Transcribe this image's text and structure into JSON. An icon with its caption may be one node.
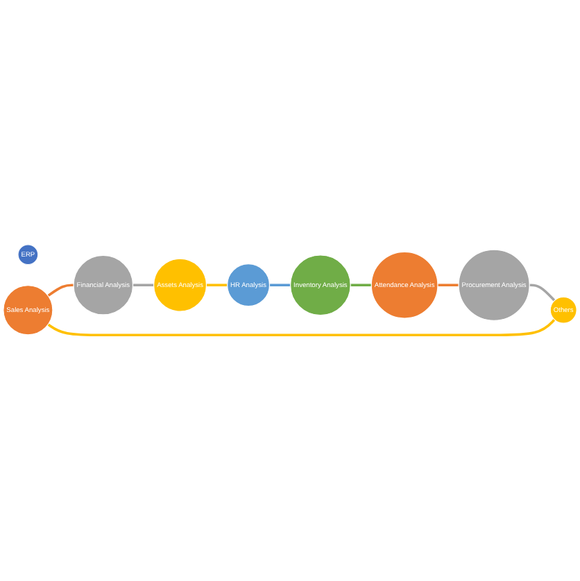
{
  "diagram": {
    "nodes": [
      {
        "text": [
          "ERP"
        ]
      },
      {
        "text": [
          "Sales Analysis"
        ]
      },
      {
        "text": [
          "Financial Analysis"
        ]
      },
      {
        "text": [
          "Assets Analysis"
        ]
      },
      {
        "text": [
          "HR Analysis"
        ]
      },
      {
        "text": [
          "Inventory Analysis"
        ]
      },
      {
        "text": [
          "Attendance Analysis"
        ]
      },
      {
        "text": [
          "Procurement Analysis"
        ]
      },
      {
        "text": [
          "Others"
        ]
      }
    ],
    "edges": [
      {
        "from": 1,
        "to": 2,
        "arrow": "none",
        "color": "#ed7d31"
      },
      {
        "from": 2,
        "to": 3,
        "arrow": "none",
        "color": "#a5a5a5"
      },
      {
        "from": 3,
        "to": 4,
        "arrow": "none",
        "color": "#ffc000"
      },
      {
        "from": 4,
        "to": 5,
        "arrow": "none",
        "color": "#5b9bd5"
      },
      {
        "from": 5,
        "to": 6,
        "arrow": "none",
        "color": "#70ad47"
      },
      {
        "from": 6,
        "to": 7,
        "arrow": "none",
        "color": "#ed7d31"
      },
      {
        "from": 7,
        "to": 8,
        "arrow": "none",
        "color": "#a5a5a5"
      },
      {
        "from": 8,
        "to": 1,
        "arrow": "none",
        "color": "#ffc000"
      }
    ]
  }
}
